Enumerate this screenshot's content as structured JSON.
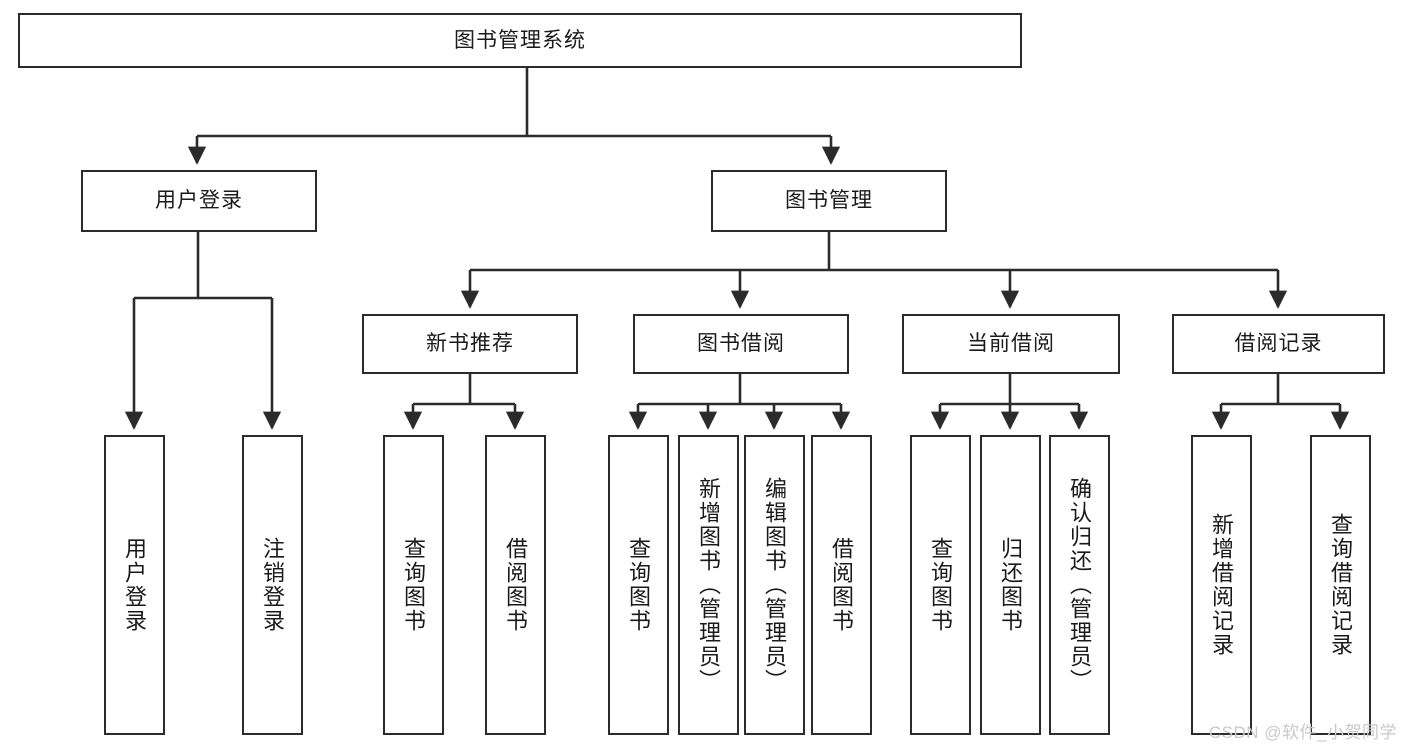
{
  "diagram": {
    "title": "图书管理系统",
    "watermark": "CSDN @软件_小贺同学",
    "line_color": "#2b2b2b",
    "box_border_color": "#2b2b2b",
    "background": "#ffffff",
    "root": {
      "label": "图书管理系统"
    },
    "level2": [
      {
        "label": "用户登录"
      },
      {
        "label": "图书管理"
      }
    ],
    "level3": [
      {
        "label": "新书推荐"
      },
      {
        "label": "图书借阅"
      },
      {
        "label": "当前借阅"
      },
      {
        "label": "借阅记录"
      }
    ],
    "leaves": {
      "user_login": [
        {
          "label": "用户登录"
        },
        {
          "label": "注销登录"
        }
      ],
      "new_book_recommend": [
        {
          "label": "查询图书"
        },
        {
          "label": "借阅图书"
        }
      ],
      "book_borrow": [
        {
          "label": "查询图书"
        },
        {
          "label": "新增图书（管理员）"
        },
        {
          "label": "编辑图书（管理员）"
        },
        {
          "label": "借阅图书"
        }
      ],
      "current_borrow": [
        {
          "label": "查询图书"
        },
        {
          "label": "归还图书"
        },
        {
          "label": "确认归还（管理员）"
        }
      ],
      "borrow_record": [
        {
          "label": "新增借阅记录"
        },
        {
          "label": "查询借阅记录"
        }
      ]
    }
  }
}
